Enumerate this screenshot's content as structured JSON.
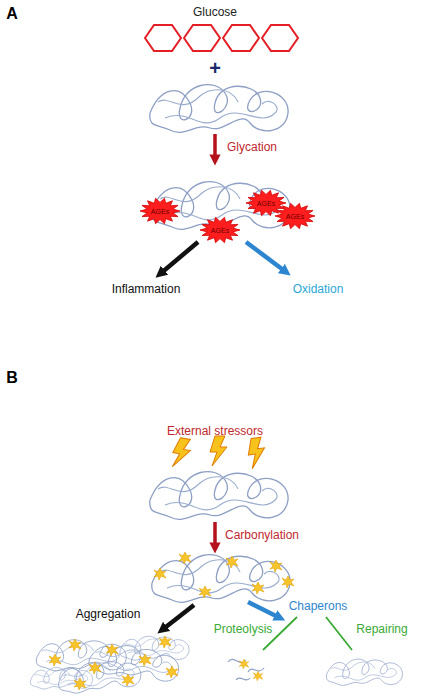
{
  "diagram": {
    "nodes": [
      {
        "text": [
          "AGEs"
        ]
      },
      {
        "text": [
          "AGEs"
        ]
      },
      {
        "text": [
          "AGEs"
        ]
      },
      {
        "text": [
          "AGEs"
        ]
      }
    ],
    "labels": [
      "A",
      "Glucose",
      "+",
      "Glycation",
      "Inflammation",
      "Oxidation",
      "B",
      "External stressors",
      "Carbonylation",
      "Aggregation",
      "Chaperons",
      "Proteolysis",
      "Repairing"
    ]
  }
}
